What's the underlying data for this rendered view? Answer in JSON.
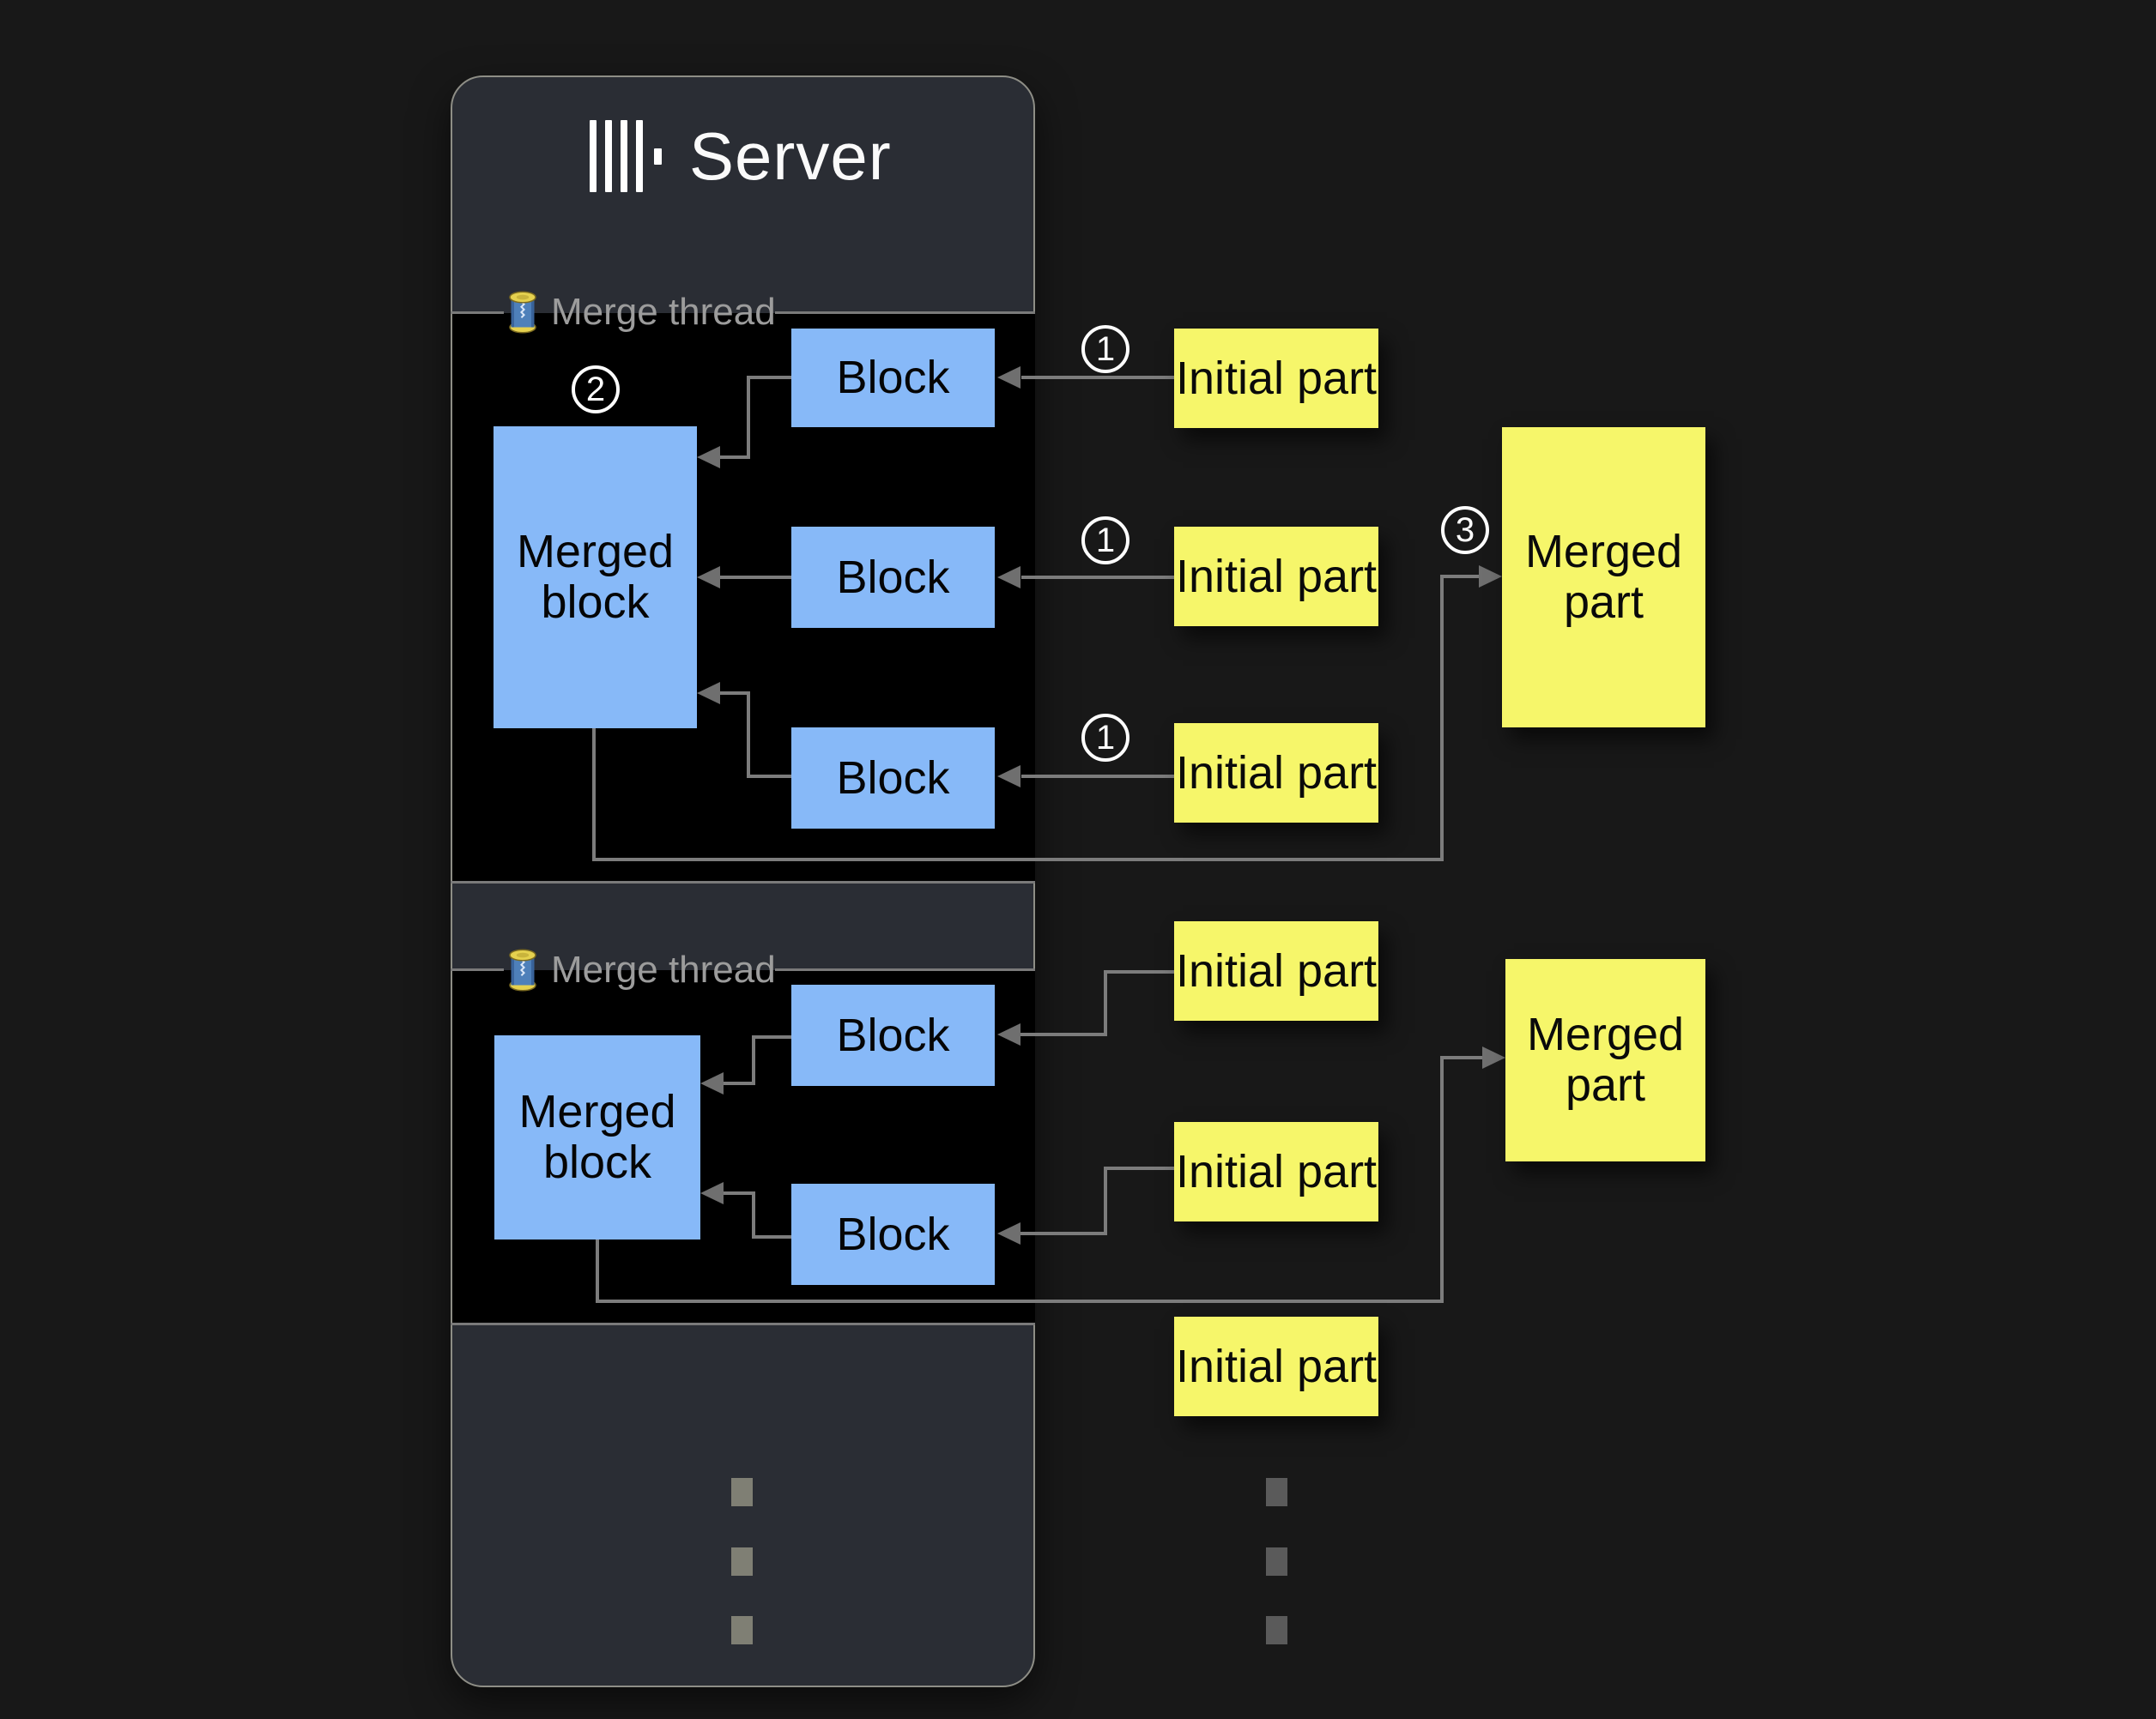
{
  "server": {
    "title": "Server",
    "threads": [
      {
        "label": "Merge thread",
        "merged_block": "Merged block",
        "blocks": [
          "Block",
          "Block",
          "Block"
        ]
      },
      {
        "label": "Merge thread",
        "merged_block": "Merged block",
        "blocks": [
          "Block",
          "Block"
        ]
      }
    ]
  },
  "parts": {
    "initial": [
      "Initial part",
      "Initial part",
      "Initial part",
      "Initial part",
      "Initial part",
      "Initial part"
    ],
    "merged": [
      "Merged part",
      "Merged part"
    ]
  },
  "badges": {
    "initial_step": "1",
    "merge_step": "2",
    "part_step": "3"
  },
  "colors": {
    "background": "#181818",
    "panel": "#2a2d34",
    "section": "#000000",
    "block_fill": "#87b9f8",
    "part_fill": "#f6f66a",
    "connector": "#7c7c7c",
    "label_gray": "#9c9c9c",
    "title_white": "#fafafa"
  }
}
